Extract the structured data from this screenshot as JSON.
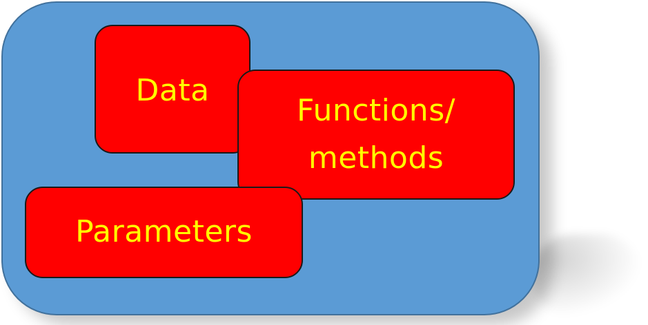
{
  "diagram": {
    "boxes": {
      "data": {
        "label": "Data"
      },
      "functions": {
        "line1": "Functions/",
        "line2": "methods"
      },
      "parameters": {
        "label": "Parameters"
      }
    }
  }
}
